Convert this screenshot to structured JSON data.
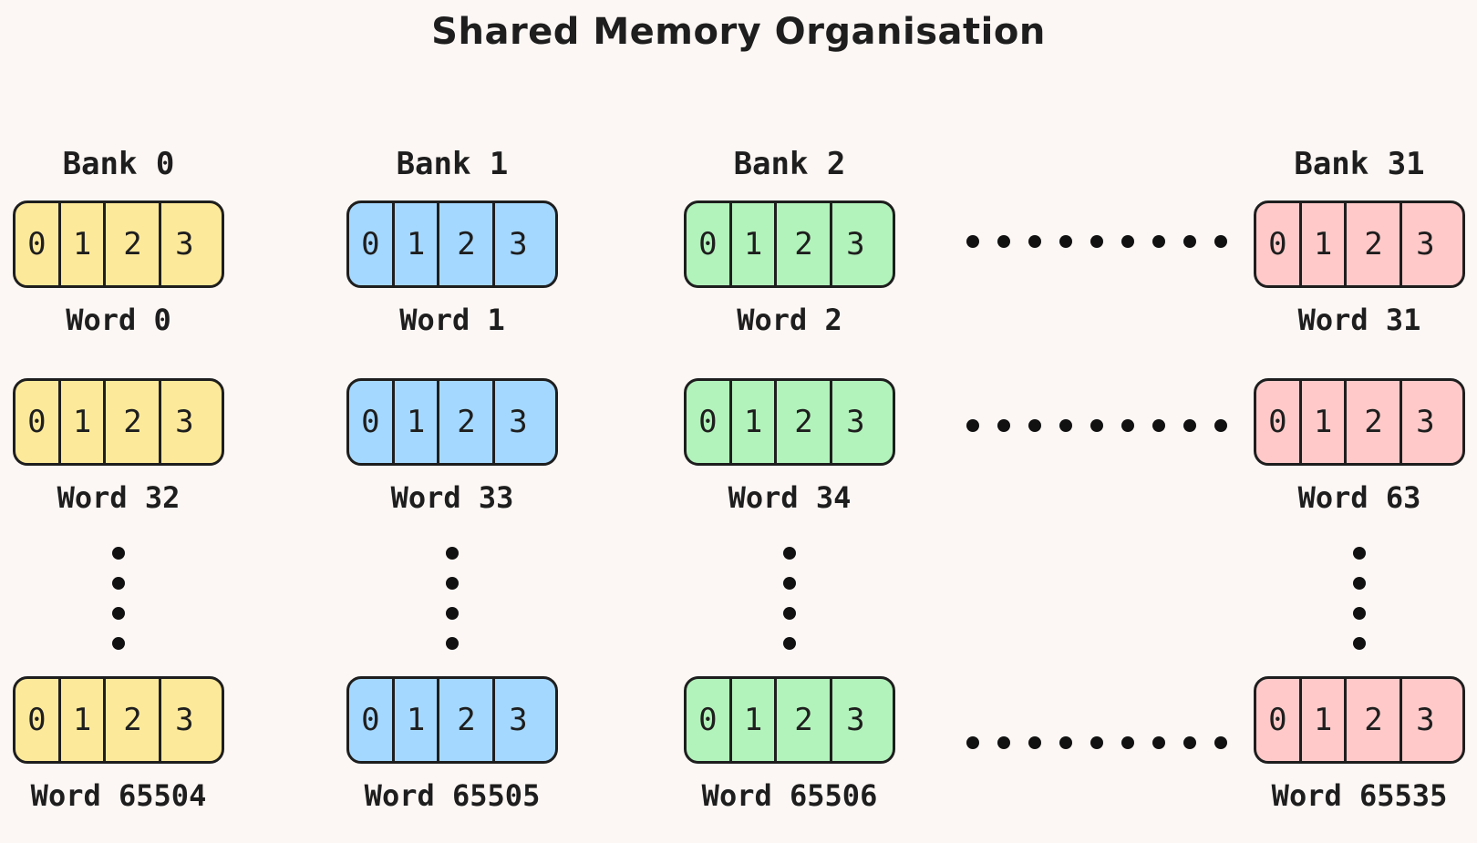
{
  "title": "Shared Memory Organisation",
  "colors": {
    "bank0": "#fde99a",
    "bank1": "#a5d8ff",
    "bank2": "#b2f2bb",
    "bank31": "#ffc9c9",
    "stroke": "#1e1e1e",
    "background": "#fcf7f4"
  },
  "bytes": [
    "0",
    "1",
    "2",
    "3"
  ],
  "banks": [
    {
      "label": "Bank 0",
      "color_key": "bank0",
      "words": [
        "Word 0",
        "Word 32",
        "Word 65504"
      ]
    },
    {
      "label": "Bank 1",
      "color_key": "bank1",
      "words": [
        "Word 1",
        "Word 33",
        "Word 65505"
      ]
    },
    {
      "label": "Bank 2",
      "color_key": "bank2",
      "words": [
        "Word 2",
        "Word 34",
        "Word 65506"
      ]
    },
    {
      "label": "Bank 31",
      "color_key": "bank31",
      "words": [
        "Word 31",
        "Word 63",
        "Word 65535"
      ]
    }
  ]
}
